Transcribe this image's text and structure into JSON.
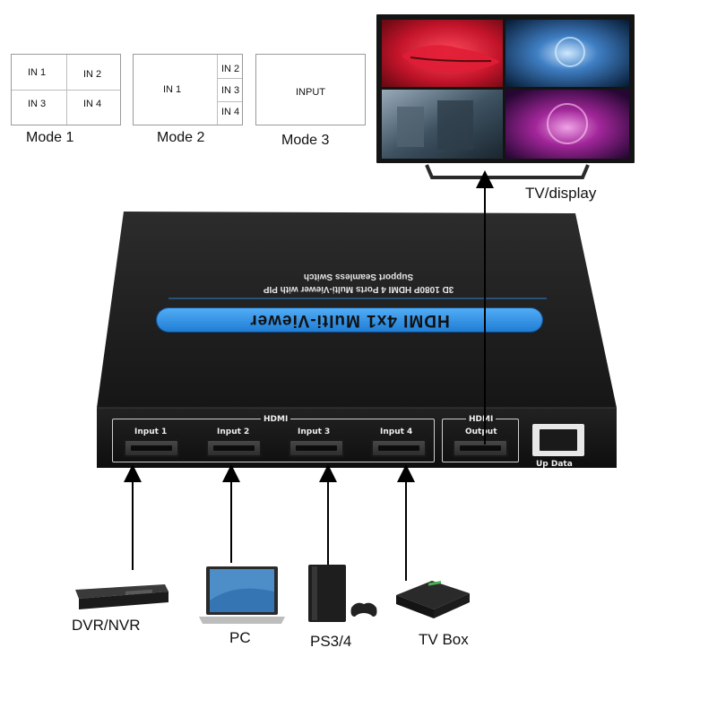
{
  "modes": [
    {
      "label": "Mode 1",
      "cells": [
        "IN 1",
        "IN 2",
        "IN 3",
        "IN 4"
      ]
    },
    {
      "label": "Mode 2",
      "cells": [
        "IN 1",
        "IN 2",
        "IN 3",
        "IN 4"
      ]
    },
    {
      "label": "Mode 3",
      "cells": [
        "INPUT"
      ]
    }
  ],
  "display": {
    "label": "TV/display"
  },
  "device": {
    "title": "HDMI 4x1 Multi-Viewer",
    "subtitle": "3D 1080P HDMI 4 Ports Multi-Viewer with PIP",
    "subtitle2": "Support Seamless Switch",
    "hdmi_group_label": "HDMI",
    "inputs": [
      "Input 1",
      "Input 2",
      "Input 3",
      "Input 4"
    ],
    "output_group_label": "HDMI",
    "output_label": "Output",
    "update_label": "Up Data"
  },
  "sources": [
    {
      "label": "DVR/NVR",
      "icon": "dvr-nvr-icon"
    },
    {
      "label": "PC",
      "icon": "laptop-icon"
    },
    {
      "label": "PS3/4",
      "icon": "game-console-icon"
    },
    {
      "label": "TV Box",
      "icon": "tv-box-icon"
    }
  ],
  "colors": {
    "device_body": "#1c1c1c",
    "title_banner": "#2b8fe0",
    "arrow": "#000000"
  }
}
